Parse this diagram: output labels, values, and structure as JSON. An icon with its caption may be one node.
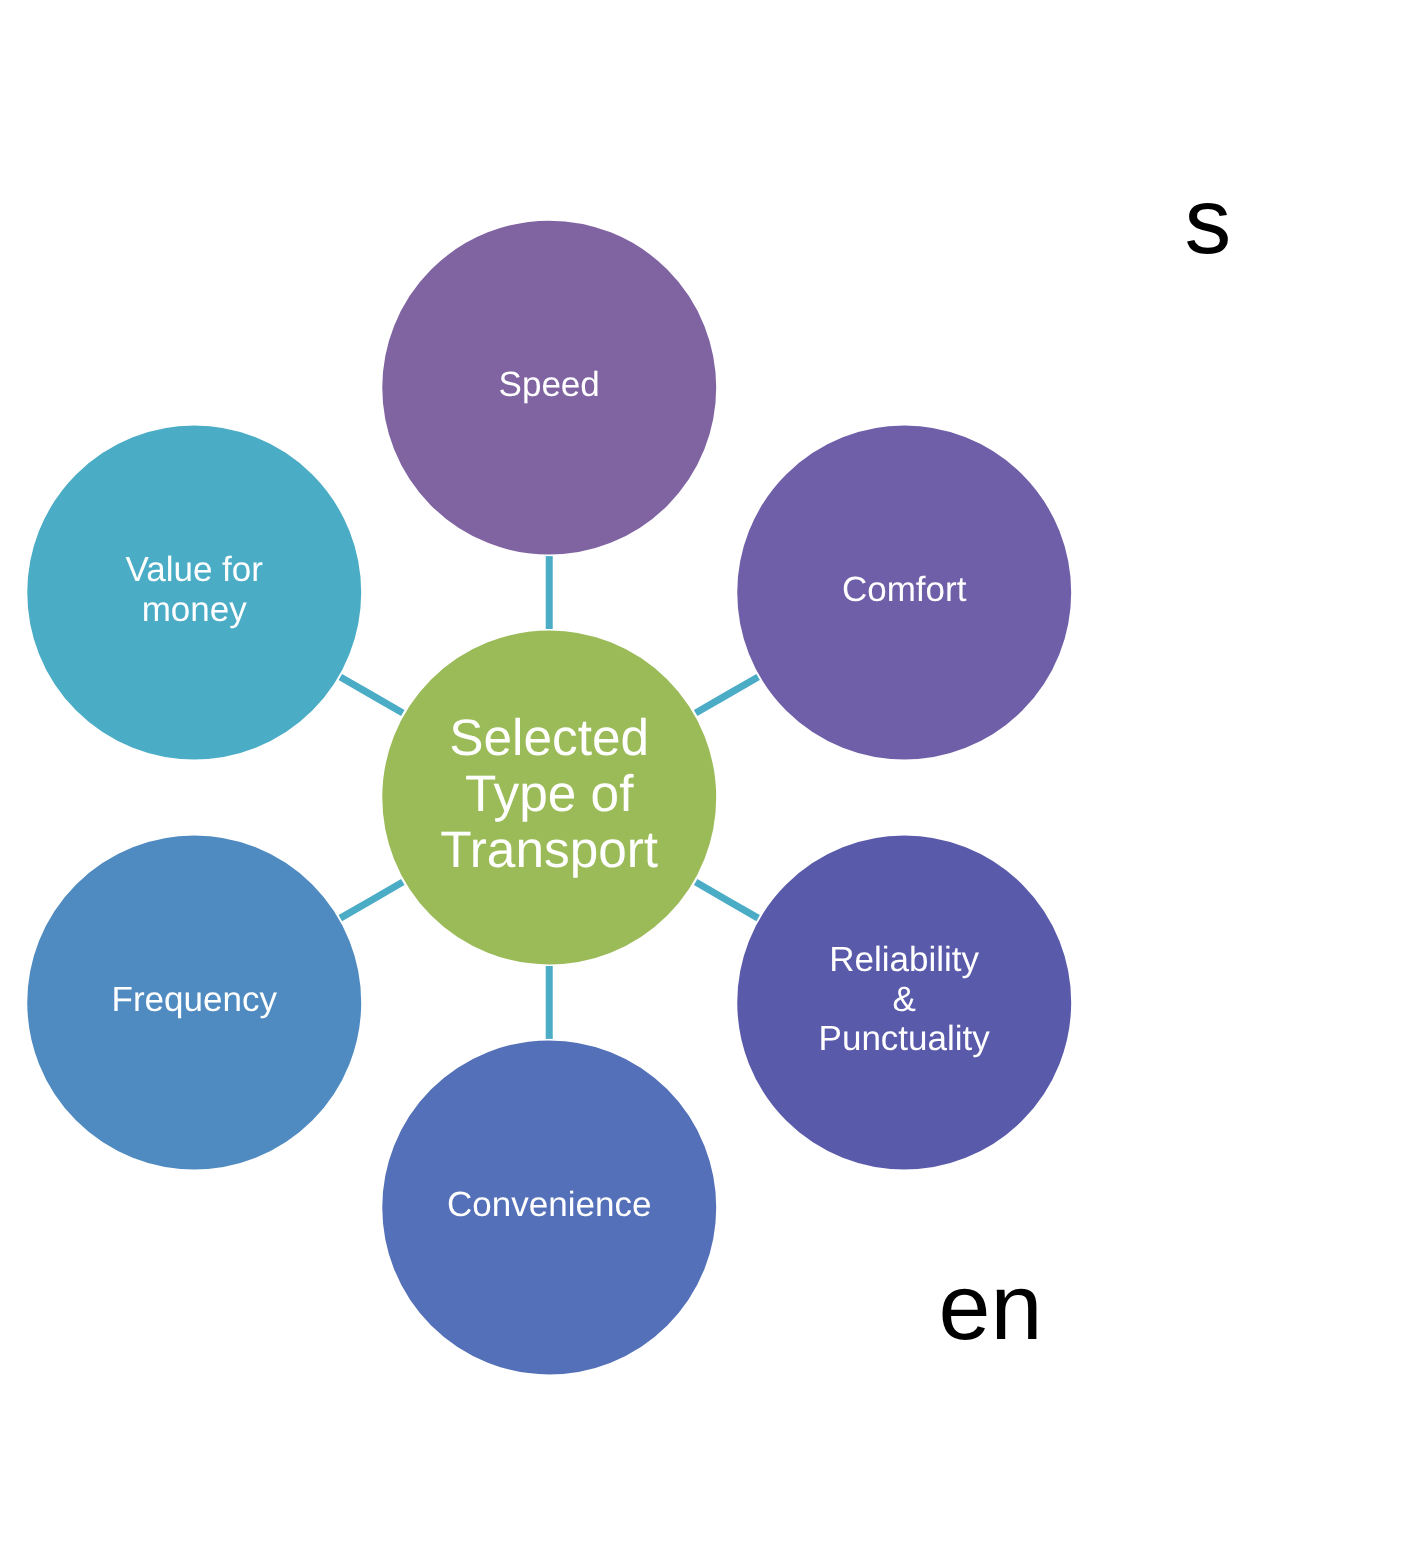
{
  "diagram": {
    "nodes": [
      {
        "text": [
          "Speed"
        ]
      },
      {
        "text": [
          "Value for money"
        ]
      },
      {
        "text": [
          "Comfort"
        ]
      },
      {
        "text": [
          "Selected Type of Transport"
        ]
      },
      {
        "text": [
          "Frequency"
        ]
      },
      {
        "text": [
          "Reliability & Punctuality"
        ]
      },
      {
        "text": [
          "Convenience"
        ]
      }
    ],
    "edges": [
      {
        "from": 3,
        "to": 0,
        "arrow": "none"
      },
      {
        "from": 3,
        "to": 2,
        "arrow": "none"
      },
      {
        "from": 3,
        "to": 5,
        "arrow": "none"
      },
      {
        "from": 3,
        "to": 6,
        "arrow": "none"
      },
      {
        "from": 3,
        "to": 4,
        "arrow": "none"
      },
      {
        "from": 3,
        "to": 1,
        "arrow": "none"
      }
    ],
    "labels": [
      "s",
      "en"
    ]
  }
}
